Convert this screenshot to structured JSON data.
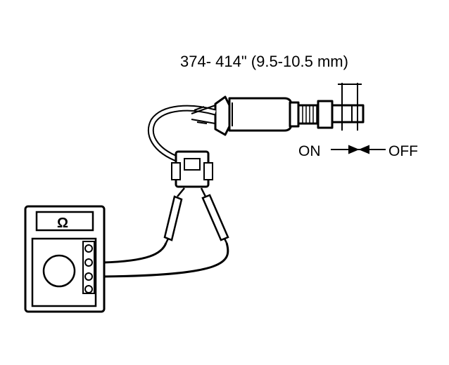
{
  "labels": {
    "dimension": "374- 414\" (9.5-10.5 mm)",
    "on": "ON",
    "off": "OFF",
    "meter_symbol": "Ω"
  },
  "colors": {
    "ink": "#000000",
    "paper": "#ffffff"
  }
}
